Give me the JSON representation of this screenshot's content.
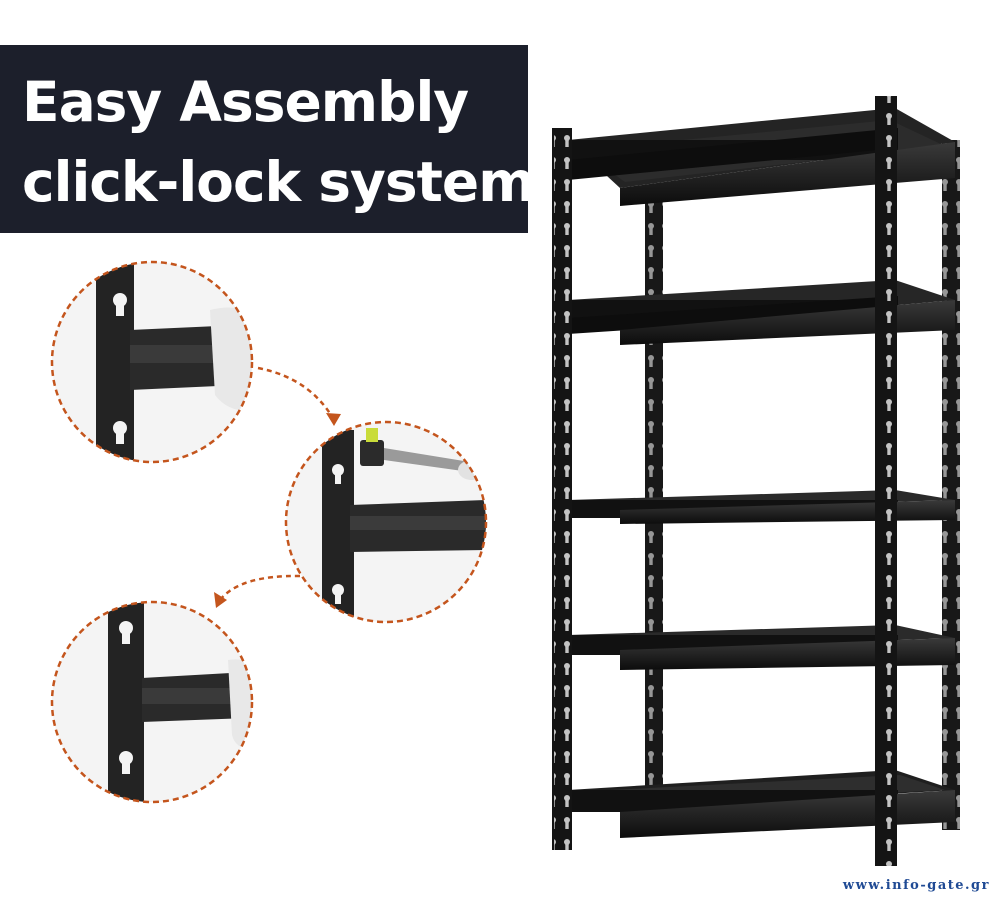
{
  "headline": {
    "line1": "Easy Assembly",
    "line2": "click-lock system"
  },
  "watermark": "www.info-gate.gr",
  "colors": {
    "banner": "#1c1f2b",
    "dashed_circle": "#c4551d",
    "shelf_metal": "#141414"
  },
  "icons": [
    "mallet-icon",
    "gloved-hand-icon"
  ]
}
